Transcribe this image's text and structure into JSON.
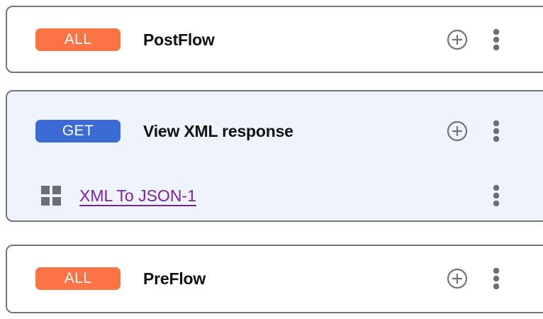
{
  "theme": {
    "page_background": "#ffffff",
    "card_background": "#ffffff",
    "card_selected_background": "#eff3fc",
    "card_border": "#757575",
    "badge_all_color": "#fc7345",
    "badge_get_color": "#3b6bd4",
    "policy_link_color": "#7b23a7",
    "icon_gray": "#757575",
    "grid_icon_gray": "#6b6e78"
  },
  "flows": [
    {
      "id": "postflow",
      "badge": "ALL",
      "badge_type": "all",
      "title": "PostFlow",
      "selected": false,
      "add_icon": "plus-circle-icon",
      "menu_icon": "kebab-menu-icon",
      "steps": []
    },
    {
      "id": "getflow",
      "badge": "GET",
      "badge_type": "get",
      "title": "View XML response",
      "selected": true,
      "add_icon": "plus-circle-icon",
      "menu_icon": "kebab-menu-icon",
      "steps": [
        {
          "id": "xml-to-json-1",
          "icon": "grid-policy-icon",
          "label": "XML To JSON-1",
          "menu_icon": "kebab-menu-icon"
        }
      ]
    },
    {
      "id": "preflow",
      "badge": "ALL",
      "badge_type": "all",
      "title": "PreFlow",
      "selected": false,
      "add_icon": "plus-circle-icon",
      "menu_icon": "kebab-menu-icon",
      "steps": []
    }
  ]
}
